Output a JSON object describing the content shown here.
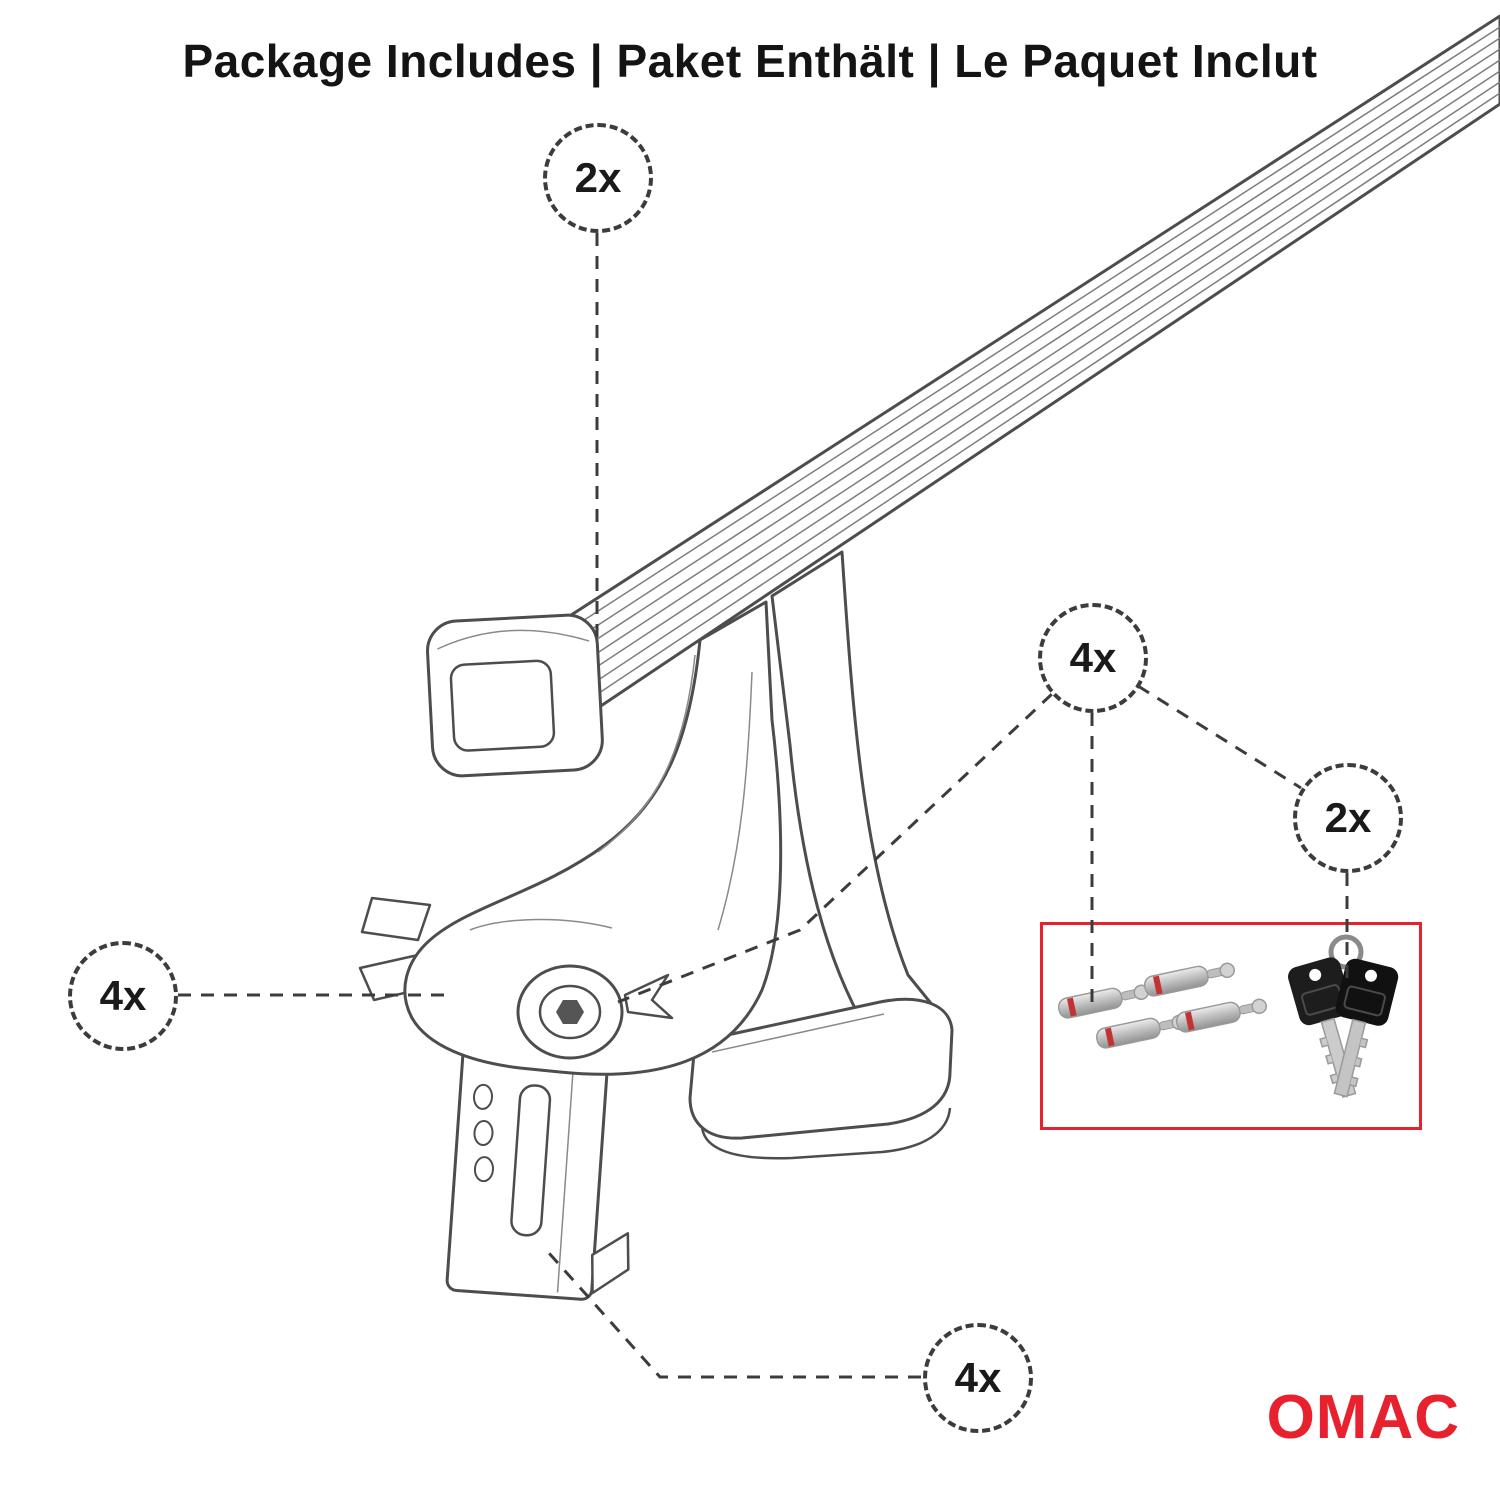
{
  "title": "Package Includes | Paket Enthält | Le Paquet Inclut",
  "callouts": [
    {
      "id": "crossbar-qty",
      "label": "2x"
    },
    {
      "id": "foot-qty",
      "label": "4x"
    },
    {
      "id": "lock-qty",
      "label": "4x"
    },
    {
      "id": "key-qty",
      "label": "2x"
    },
    {
      "id": "clamp-qty",
      "label": "4x"
    }
  ],
  "parts": {
    "crossbar": "roof rack crossbar with end cap",
    "foot": "mounting foot",
    "clamp": "door-frame clamp bracket",
    "locks": "lock cylinders",
    "keys": "keys"
  },
  "brand": {
    "logo_text": "OMAC"
  },
  "colors": {
    "accent_red": "#e8212e",
    "line_gray": "#4d4d4d",
    "dash_gray": "#3c3c3c"
  }
}
